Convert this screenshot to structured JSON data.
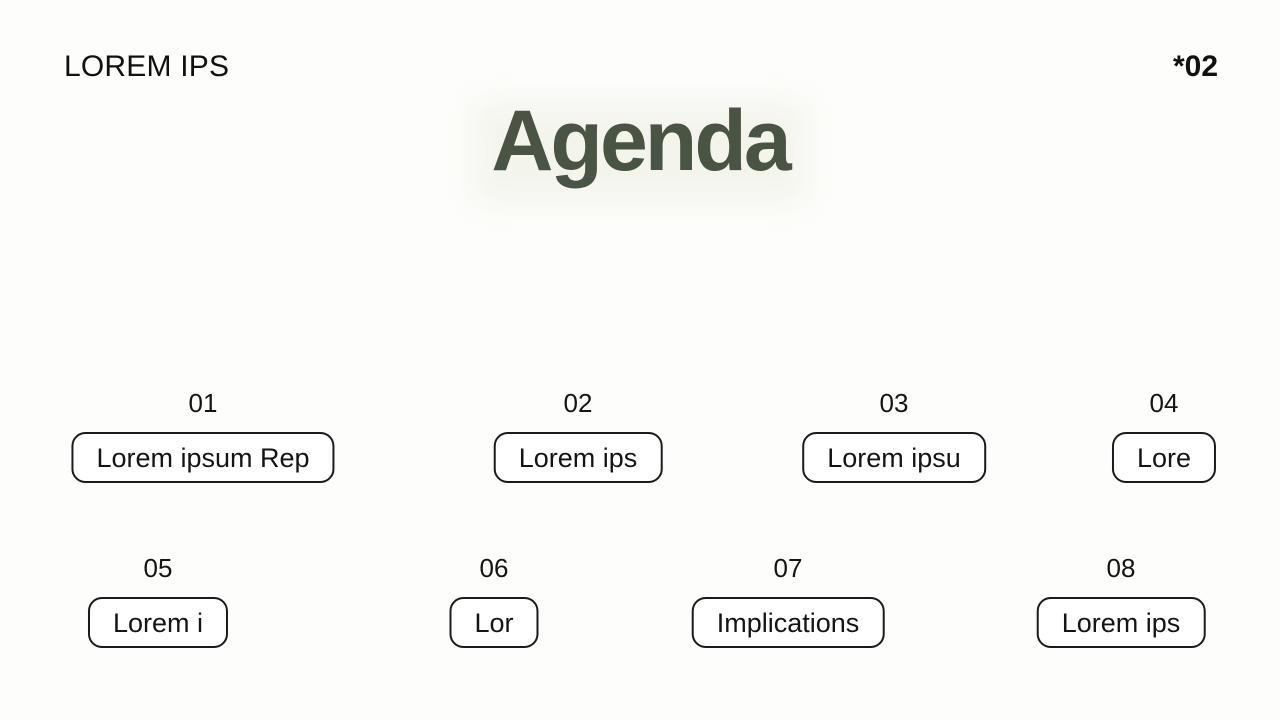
{
  "slide": {
    "background_color": "#fdfdfb",
    "header": {
      "brand": "LOREM IPS",
      "page_marker": "*02"
    },
    "title": {
      "text": "Agenda",
      "color": "#4a5444"
    },
    "items": [
      {
        "number": "01",
        "label": "Lorem ipsum Rep"
      },
      {
        "number": "02",
        "label": "Lorem ips"
      },
      {
        "number": "03",
        "label": "Lorem ipsu"
      },
      {
        "number": "04",
        "label": "Lore"
      },
      {
        "number": "05",
        "label": "Lorem i"
      },
      {
        "number": "06",
        "label": "Lor"
      },
      {
        "number": "07",
        "label": "Implications"
      },
      {
        "number": "08",
        "label": "Lorem ips"
      }
    ]
  }
}
